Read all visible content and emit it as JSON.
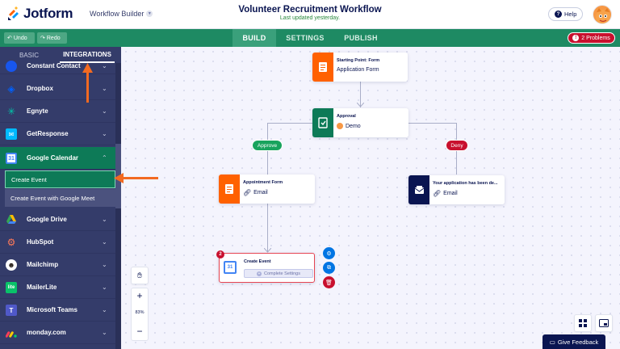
{
  "header": {
    "logo_text": "Jotform",
    "workflow_builder_label": "Workflow Builder",
    "title": "Volunteer Recruitment Workflow",
    "subtitle": "Last updated yesterday.",
    "help_label": "Help",
    "help_icon_glyph": "?"
  },
  "toolbar": {
    "undo_label": "Undo",
    "redo_label": "Redo",
    "tabs": [
      {
        "label": "BUILD"
      },
      {
        "label": "SETTINGS"
      },
      {
        "label": "PUBLISH"
      }
    ],
    "problems_label": "2 Problems",
    "problems_icon_glyph": "!"
  },
  "sidebar": {
    "tabs": [
      {
        "label": "BASIC"
      },
      {
        "label": "INTEGRATIONS"
      }
    ],
    "items": [
      {
        "label": "Constant Contact",
        "icon": "constant-contact-icon",
        "color": "#1856ed"
      },
      {
        "label": "Dropbox",
        "icon": "dropbox-icon",
        "color": "#0061ff"
      },
      {
        "label": "Egnyte",
        "icon": "egnyte-icon",
        "color": "#00968f"
      },
      {
        "label": "GetResponse",
        "icon": "getresponse-icon",
        "color": "#00baff"
      },
      {
        "label": "Google Calendar",
        "icon": "google-calendar-icon",
        "color": "#4285f4"
      },
      {
        "label": "Google Drive",
        "icon": "google-drive-icon",
        "color": "#34a853"
      },
      {
        "label": "HubSpot",
        "icon": "hubspot-icon",
        "color": "#ff7a59"
      },
      {
        "label": "Mailchimp",
        "icon": "mailchimp-icon",
        "color": "#241c15"
      },
      {
        "label": "MailerLite",
        "icon": "mailerlite-icon",
        "color": "#09c269"
      },
      {
        "label": "Microsoft Teams",
        "icon": "microsoft-teams-icon",
        "color": "#5059c9"
      },
      {
        "label": "monday.com",
        "icon": "monday-icon",
        "color": "#ff3d57"
      }
    ],
    "sub_items": [
      {
        "label": "Create Event"
      },
      {
        "label": "Create Event with Google Meet"
      }
    ]
  },
  "canvas": {
    "nodes": {
      "start": {
        "title": "Starting Point: Form",
        "subtitle": "Application Form",
        "color": "#ff6100"
      },
      "approval": {
        "title": "Approval",
        "subtitle": "Demo",
        "color": "#0d7a57"
      },
      "appointment": {
        "title": "Appointment Form",
        "subtitle": "Email",
        "color": "#ff6100"
      },
      "application": {
        "title": "Your application has been de...",
        "subtitle": "Email",
        "color": "#0a1551"
      },
      "create_event": {
        "title": "Create Event",
        "button_label": "Complete Settings",
        "badge": "2"
      }
    },
    "approve_label": "Approve",
    "deny_label": "Deny",
    "zoom_level": "83%",
    "zoom_in_glyph": "+",
    "zoom_out_glyph": "−",
    "feedback_label": "Give Feedback"
  },
  "colors": {
    "accent_green": "#1e8a63",
    "approve_green": "#19a35d",
    "deny_red": "#c8102e",
    "navy": "#0a1551",
    "orange": "#ff6100"
  }
}
